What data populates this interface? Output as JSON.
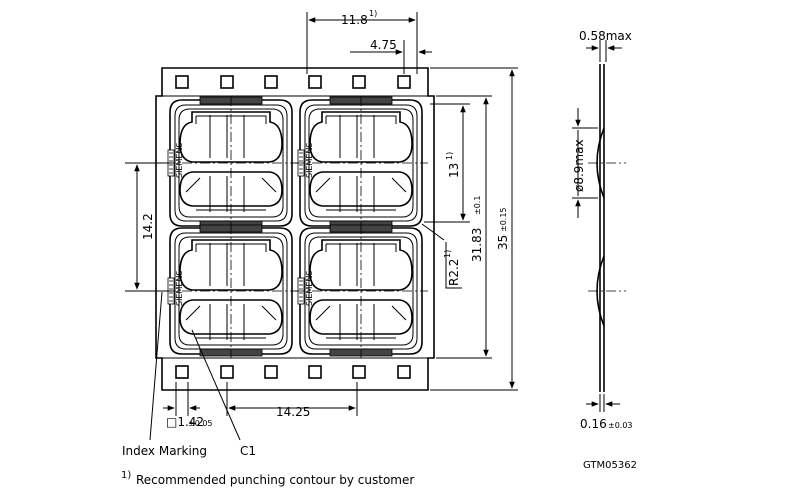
{
  "drawing": {
    "dim_pitch_h": "11.8",
    "dim_pitch_h_note": "1)",
    "dim_hole_offset": "4.75",
    "dim_pitch_v": "14.2",
    "dim_height_13": "13",
    "dim_height_13_note": "1)",
    "dim_radius": "R2.2",
    "dim_radius_note": "1)",
    "dim_height_3183": "31.83",
    "dim_height_3183_tol": "±0.1",
    "dim_height_35": "35",
    "dim_height_35_tol": "±0.15",
    "dim_sprocket_pitch": "14.25",
    "dim_hole_size": "□1.42",
    "dim_hole_size_tol": "±0.05",
    "label_index_marking": "Index Marking",
    "label_c1": "C1",
    "side_thickness_max": "0.58max",
    "side_diameter": "ø8.9max",
    "side_tape_thickness": "0.16",
    "side_tape_thickness_tol": "±0.03",
    "drawing_id": "GTM05362",
    "footnote_mark": "1)",
    "footnote_text": "Recommended punching contour by customer",
    "module_marking": "SIEMENS"
  }
}
